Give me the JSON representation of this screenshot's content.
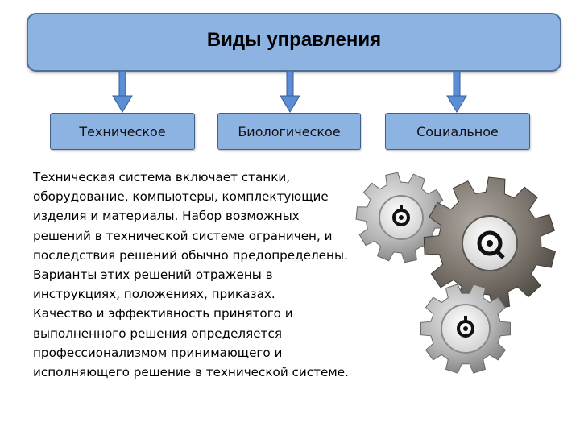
{
  "diagram": {
    "title": "Виды управления",
    "categories": [
      {
        "label": "Техническое"
      },
      {
        "label": "Биологическое"
      },
      {
        "label": "Социальное"
      }
    ],
    "description_lines": [
      "Техническая система включает станки,",
      "оборудование, компьютеры, комплектующие",
      "изделия и материалы. Набор возможных",
      "решений в технической системе ограничен, и",
      "последствия решений обычно предопределены.",
      "Варианты этих решений отражены в",
      "инструкциях, положениях, приказах.",
      "Качество и эффективность принятого и",
      "выполненного решения определяется",
      "профессионализмом принимающего и",
      "исполняющего решение в технической системе."
    ],
    "illustration": {
      "icon": "gears-icon"
    },
    "colors": {
      "box_fill": "#8db3e2",
      "arrow_fill": "#5b8ed6",
      "gear_light": "#b8b8b8",
      "gear_dark": "#7a736c"
    }
  }
}
